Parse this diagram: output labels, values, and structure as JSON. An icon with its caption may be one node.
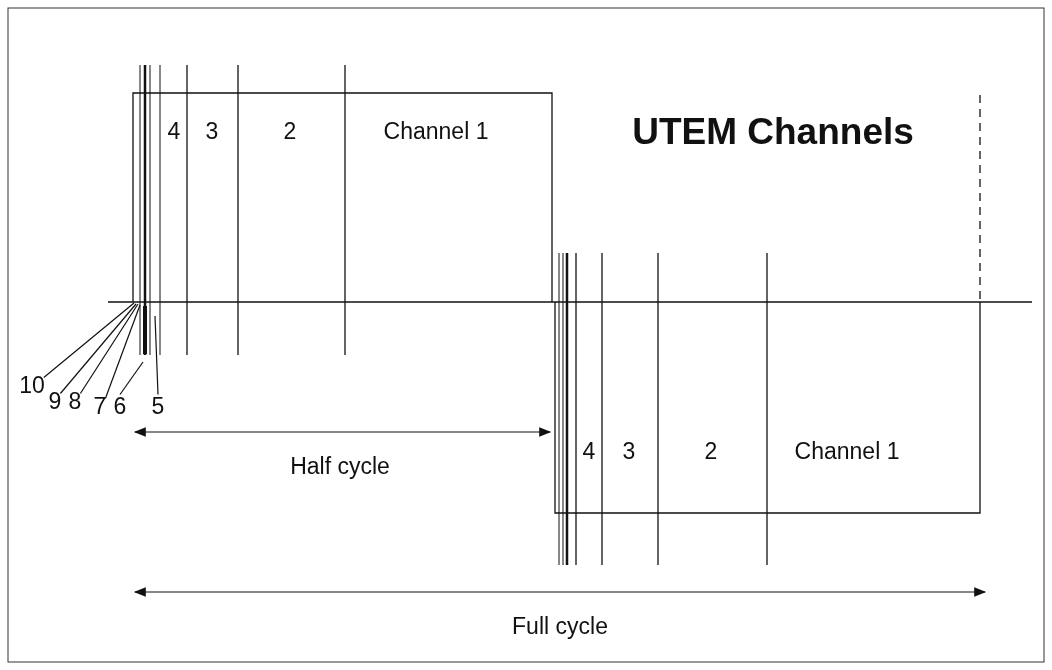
{
  "diagram": {
    "title": "UTEM Channels",
    "nodes": [
      {
        "text": [
          "10"
        ]
      },
      {
        "text": [
          "9"
        ]
      },
      {
        "text": [
          "8"
        ]
      },
      {
        "text": [
          "7"
        ]
      },
      {
        "text": [
          "6"
        ]
      },
      {
        "text": [
          "5"
        ]
      }
    ],
    "edges": [
      {
        "from": 0,
        "to": null,
        "arrow": "none"
      },
      {
        "from": 1,
        "to": null,
        "arrow": "none"
      },
      {
        "from": 2,
        "to": null,
        "arrow": "none"
      },
      {
        "from": 3,
        "to": null,
        "arrow": "none"
      },
      {
        "from": 4,
        "to": null,
        "arrow": "none"
      },
      {
        "from": 5,
        "to": null,
        "arrow": "none"
      }
    ],
    "labels": [
      "4",
      "3",
      "2",
      "Channel 1",
      "4",
      "3",
      "2",
      "Channel 1",
      "Half cycle",
      "Full cycle"
    ]
  }
}
